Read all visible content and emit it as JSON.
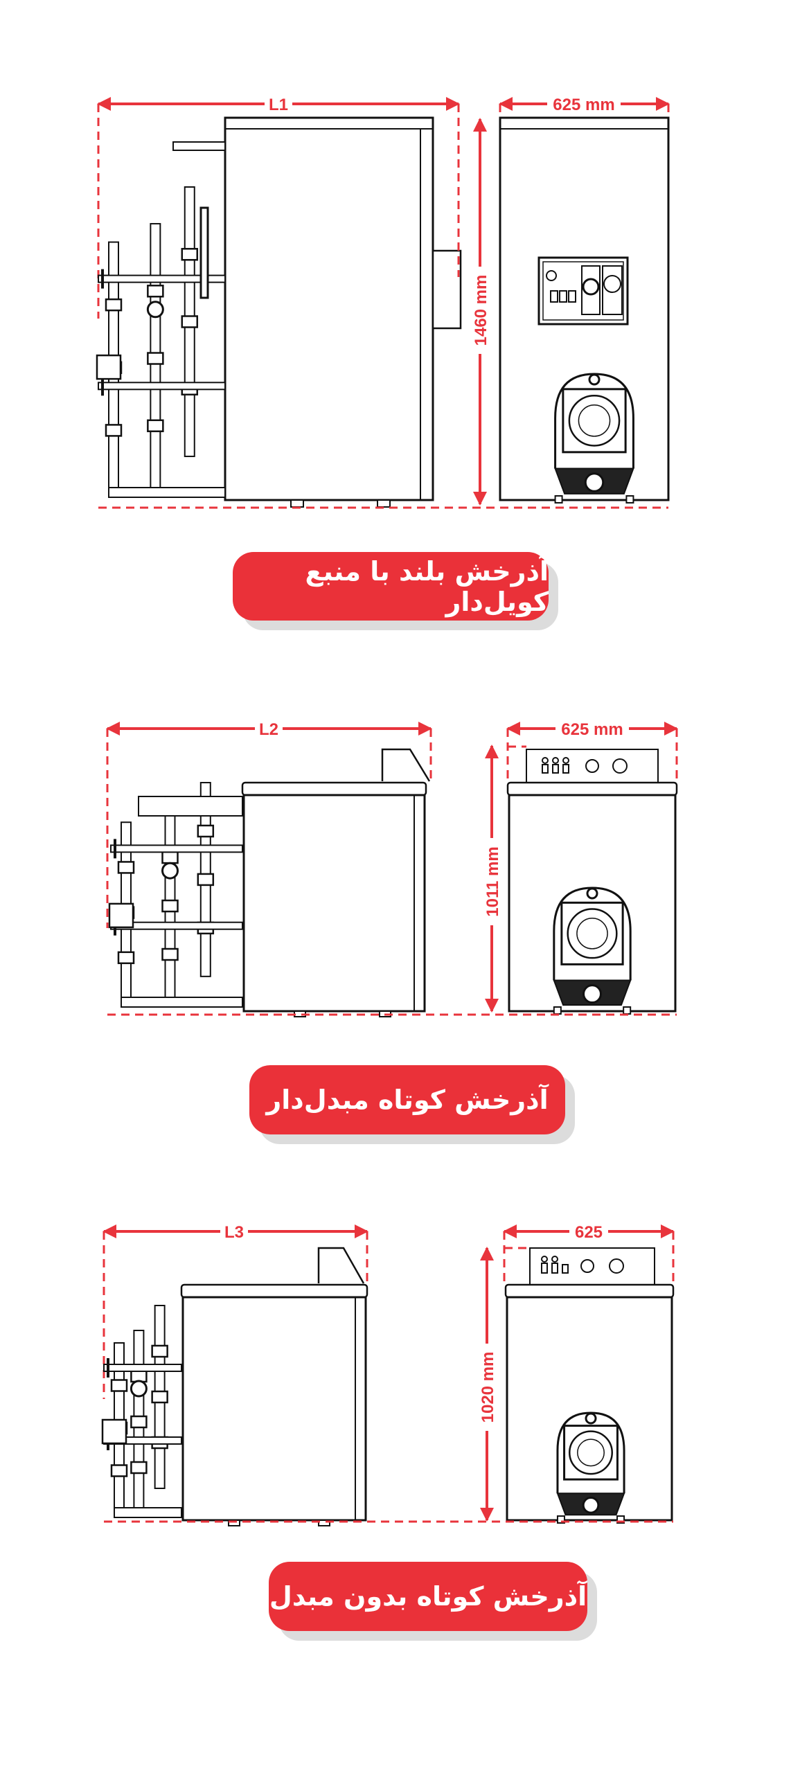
{
  "sections": [
    {
      "title": "آذرخش بلند با منبع کویل‌دار",
      "length_label": "L1",
      "width_label": "625 mm",
      "height_label": "1460 mm"
    },
    {
      "title": "آذرخش کوتاه مبدل‌دار",
      "length_label": "L2",
      "width_label": "625 mm",
      "height_label": "1011 mm"
    },
    {
      "title": "آذرخش کوتاه بدون مبدل",
      "length_label": "L3",
      "width_label": "625",
      "height_label": "1020 mm"
    }
  ],
  "colors": {
    "accent": "#ea3139",
    "line": "#111111",
    "shadow": "#dcdcdc"
  }
}
